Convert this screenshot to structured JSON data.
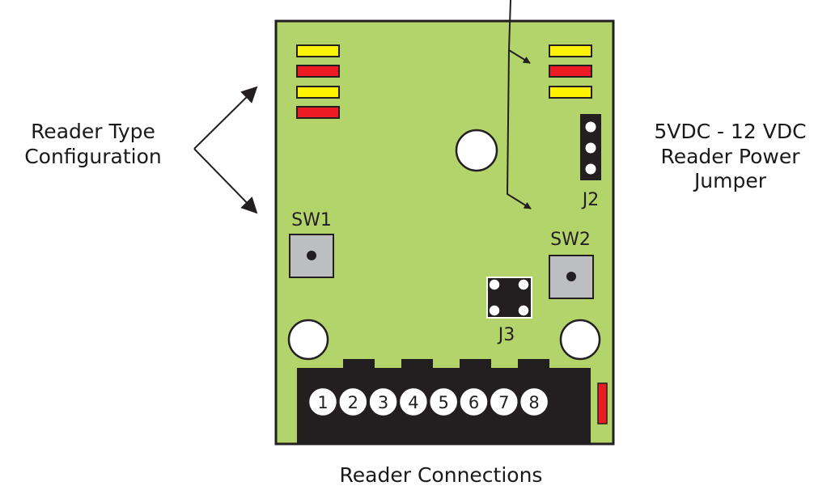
{
  "labels": {
    "reader_type_line1": "Reader Type",
    "reader_type_line2": "Configuration",
    "power_line1": "5VDC  - 12 VDC",
    "power_line2": "Reader Power",
    "power_line3": "Jumper",
    "reader_connections": "Reader Connections",
    "sw1": "SW1",
    "sw2": "SW2",
    "j2": "J2",
    "j3": "J3"
  },
  "terminals": [
    "1",
    "2",
    "3",
    "4",
    "5",
    "6",
    "7",
    "8"
  ],
  "colors": {
    "board": "#b3d36b",
    "outline": "#231f20",
    "led_yellow": "#fff200",
    "led_red": "#ed1c24",
    "button_gray": "#bcbec0",
    "white": "#ffffff"
  }
}
